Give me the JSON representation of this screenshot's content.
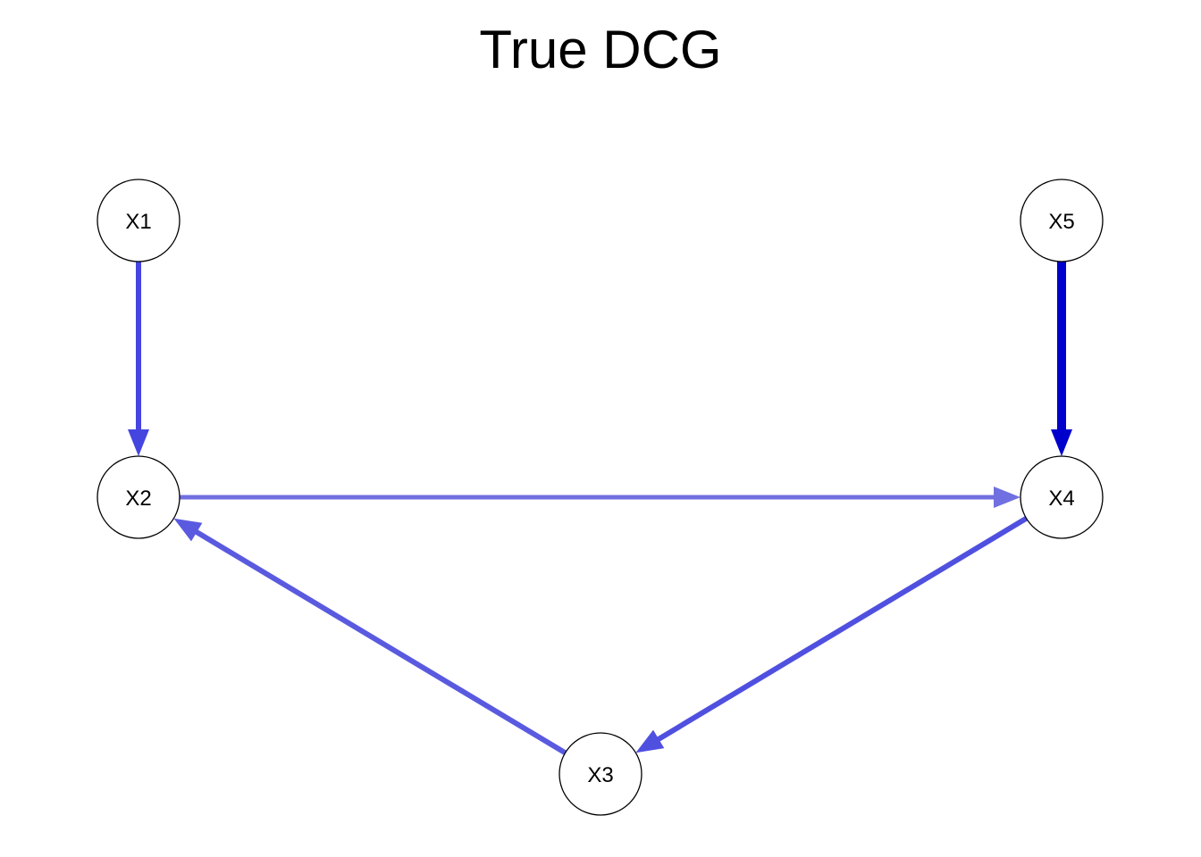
{
  "title": "True DCG",
  "nodes": [
    {
      "id": "X1",
      "label": "X1"
    },
    {
      "id": "X2",
      "label": "X2"
    },
    {
      "id": "X3",
      "label": "X3"
    },
    {
      "id": "X4",
      "label": "X4"
    },
    {
      "id": "X5",
      "label": "X5"
    }
  ],
  "edges": [
    {
      "from": "X1",
      "to": "X2",
      "color": "#4545e0"
    },
    {
      "from": "X5",
      "to": "X4",
      "color": "#0000cd"
    },
    {
      "from": "X2",
      "to": "X4",
      "color": "#7070e0"
    },
    {
      "from": "X4",
      "to": "X3",
      "color": "#5050e0"
    },
    {
      "from": "X3",
      "to": "X2",
      "color": "#5a5ae0"
    }
  ]
}
